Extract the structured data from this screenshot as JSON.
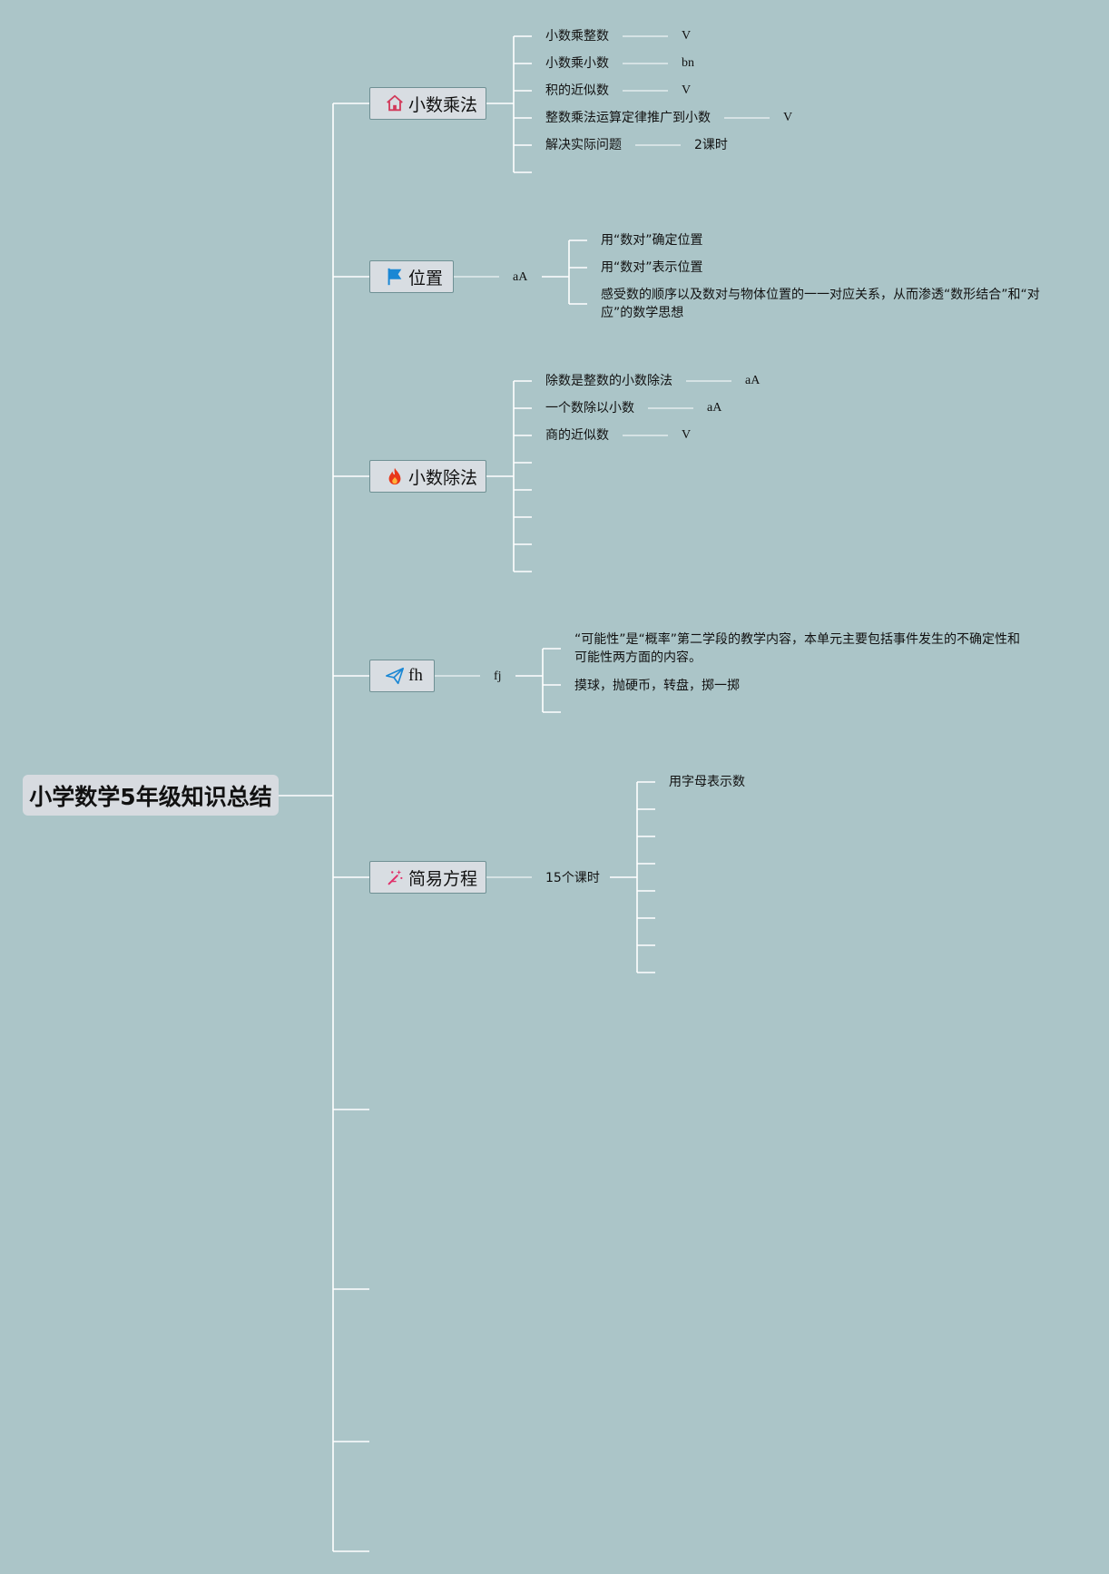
{
  "root": {
    "title": "小学数学5年级知识总结"
  },
  "branches": [
    {
      "label": "小数乘法",
      "icon": "home-icon",
      "children": [
        {
          "text": "小数乘整数",
          "note": "V"
        },
        {
          "text": "小数乘小数",
          "note": "bn"
        },
        {
          "text": "积的近似数",
          "note": "V"
        },
        {
          "text": "整数乘法运算定律推广到小数",
          "note": "V"
        },
        {
          "text": "解决实际问题",
          "note": "2课时"
        }
      ]
    },
    {
      "label": "位置",
      "icon": "flag-icon",
      "mid": "aA",
      "children": [
        {
          "text": "用“数对”确定位置"
        },
        {
          "text": "用“数对”表示位置"
        },
        {
          "text": "感受数的顺序以及数对与物体位置的一一对应关系，从而渗透“数形结合”和“对应”的数学思想"
        }
      ]
    },
    {
      "label": "小数除法",
      "icon": "flame-icon",
      "children": [
        {
          "text": "除数是整数的小数除法",
          "note": "aA"
        },
        {
          "text": "一个数除以小数",
          "note": "aA"
        },
        {
          "text": "商的近似数",
          "note": "V"
        }
      ]
    },
    {
      "label": "fh",
      "icon": "paper-plane-icon",
      "mid": "fj",
      "children": [
        {
          "text": "“可能性”是“概率”第二学段的教学内容，本单元主要包括事件发生的不确定性和可能性两方面的内容。"
        },
        {
          "text": "摸球，抛硬币，转盘，掷一掷"
        }
      ]
    },
    {
      "label": "简易方程",
      "icon": "magic-wand-icon",
      "mid": "15个课时",
      "children": [
        {
          "text": "用字母表示数"
        }
      ]
    }
  ]
}
